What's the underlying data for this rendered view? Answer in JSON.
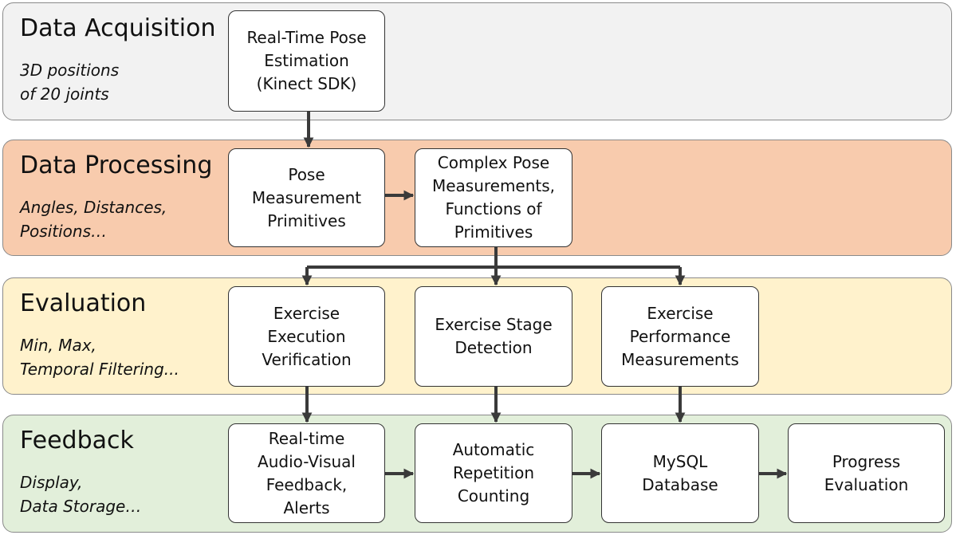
{
  "stages": {
    "acquisition": {
      "title": "Data Acquisition",
      "subtitle": "3D positions\nof 20 joints"
    },
    "processing": {
      "title": "Data Processing",
      "subtitle": "Angles, Distances,\nPositions…"
    },
    "evaluation": {
      "title": "Evaluation",
      "subtitle": "Min, Max,\nTemporal Filtering..."
    },
    "feedback": {
      "title": "Feedback",
      "subtitle": "Display,\nData Storage…"
    }
  },
  "nodes": {
    "pose_estimation": "Real-Time Pose\nEstimation\n(Kinect SDK)",
    "pose_primitives": "Pose\nMeasurement\nPrimitives",
    "complex_measurements": "Complex Pose\nMeasurements,\nFunctions of\nPrimitives",
    "execution_verification": "Exercise\nExecution\nVerification",
    "stage_detection": "Exercise Stage\nDetection",
    "performance_measurements": "Exercise\nPerformance\nMeasurements",
    "audio_visual_feedback": "Real-time\nAudio-Visual\nFeedback,\nAlerts",
    "repetition_counting": "Automatic\nRepetition\nCounting",
    "mysql_database": "MySQL\nDatabase",
    "progress_evaluation": "Progress\nEvaluation"
  },
  "edges": [
    [
      "pose_estimation",
      "pose_primitives"
    ],
    [
      "pose_primitives",
      "complex_measurements"
    ],
    [
      "complex_measurements",
      "execution_verification"
    ],
    [
      "complex_measurements",
      "stage_detection"
    ],
    [
      "complex_measurements",
      "performance_measurements"
    ],
    [
      "execution_verification",
      "audio_visual_feedback"
    ],
    [
      "stage_detection",
      "repetition_counting"
    ],
    [
      "performance_measurements",
      "mysql_database"
    ],
    [
      "audio_visual_feedback",
      "repetition_counting"
    ],
    [
      "repetition_counting",
      "mysql_database"
    ],
    [
      "mysql_database",
      "progress_evaluation"
    ]
  ],
  "colors": {
    "acquisition_band": "#f2f2f2",
    "processing_band": "#f8cbad",
    "evaluation_band": "#fff2cc",
    "feedback_band": "#e2efda",
    "arrow": "#3a3a3a"
  }
}
